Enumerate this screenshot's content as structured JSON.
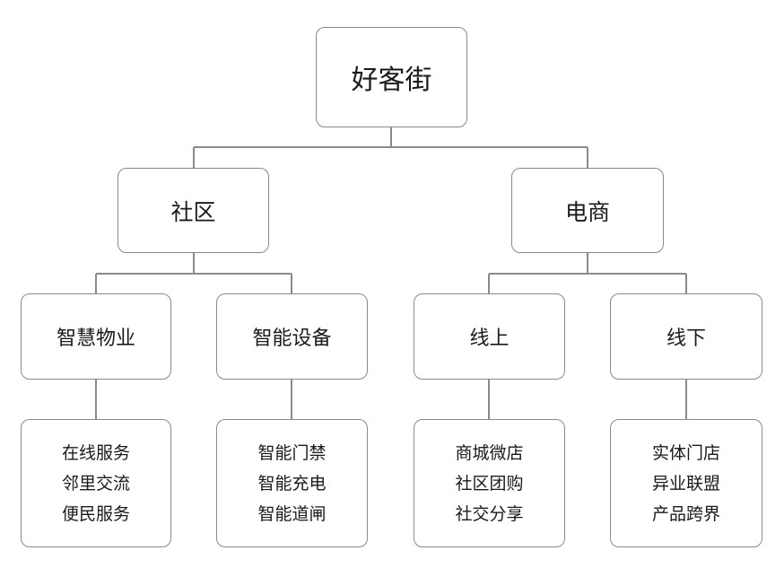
{
  "diagram": {
    "root": {
      "label": "好客街"
    },
    "branches": [
      {
        "label": "社区",
        "children": [
          {
            "label": "智慧物业",
            "items": [
              "在线服务",
              "邻里交流",
              "便民服务"
            ]
          },
          {
            "label": "智能设备",
            "items": [
              "智能门禁",
              "智能充电",
              "智能道闸"
            ]
          }
        ]
      },
      {
        "label": "电商",
        "children": [
          {
            "label": "线上",
            "items": [
              "商城微店",
              "社区团购",
              "社交分享"
            ]
          },
          {
            "label": "线下",
            "items": [
              "实体门店",
              "异业联盟",
              "产品跨界"
            ]
          }
        ]
      }
    ]
  }
}
